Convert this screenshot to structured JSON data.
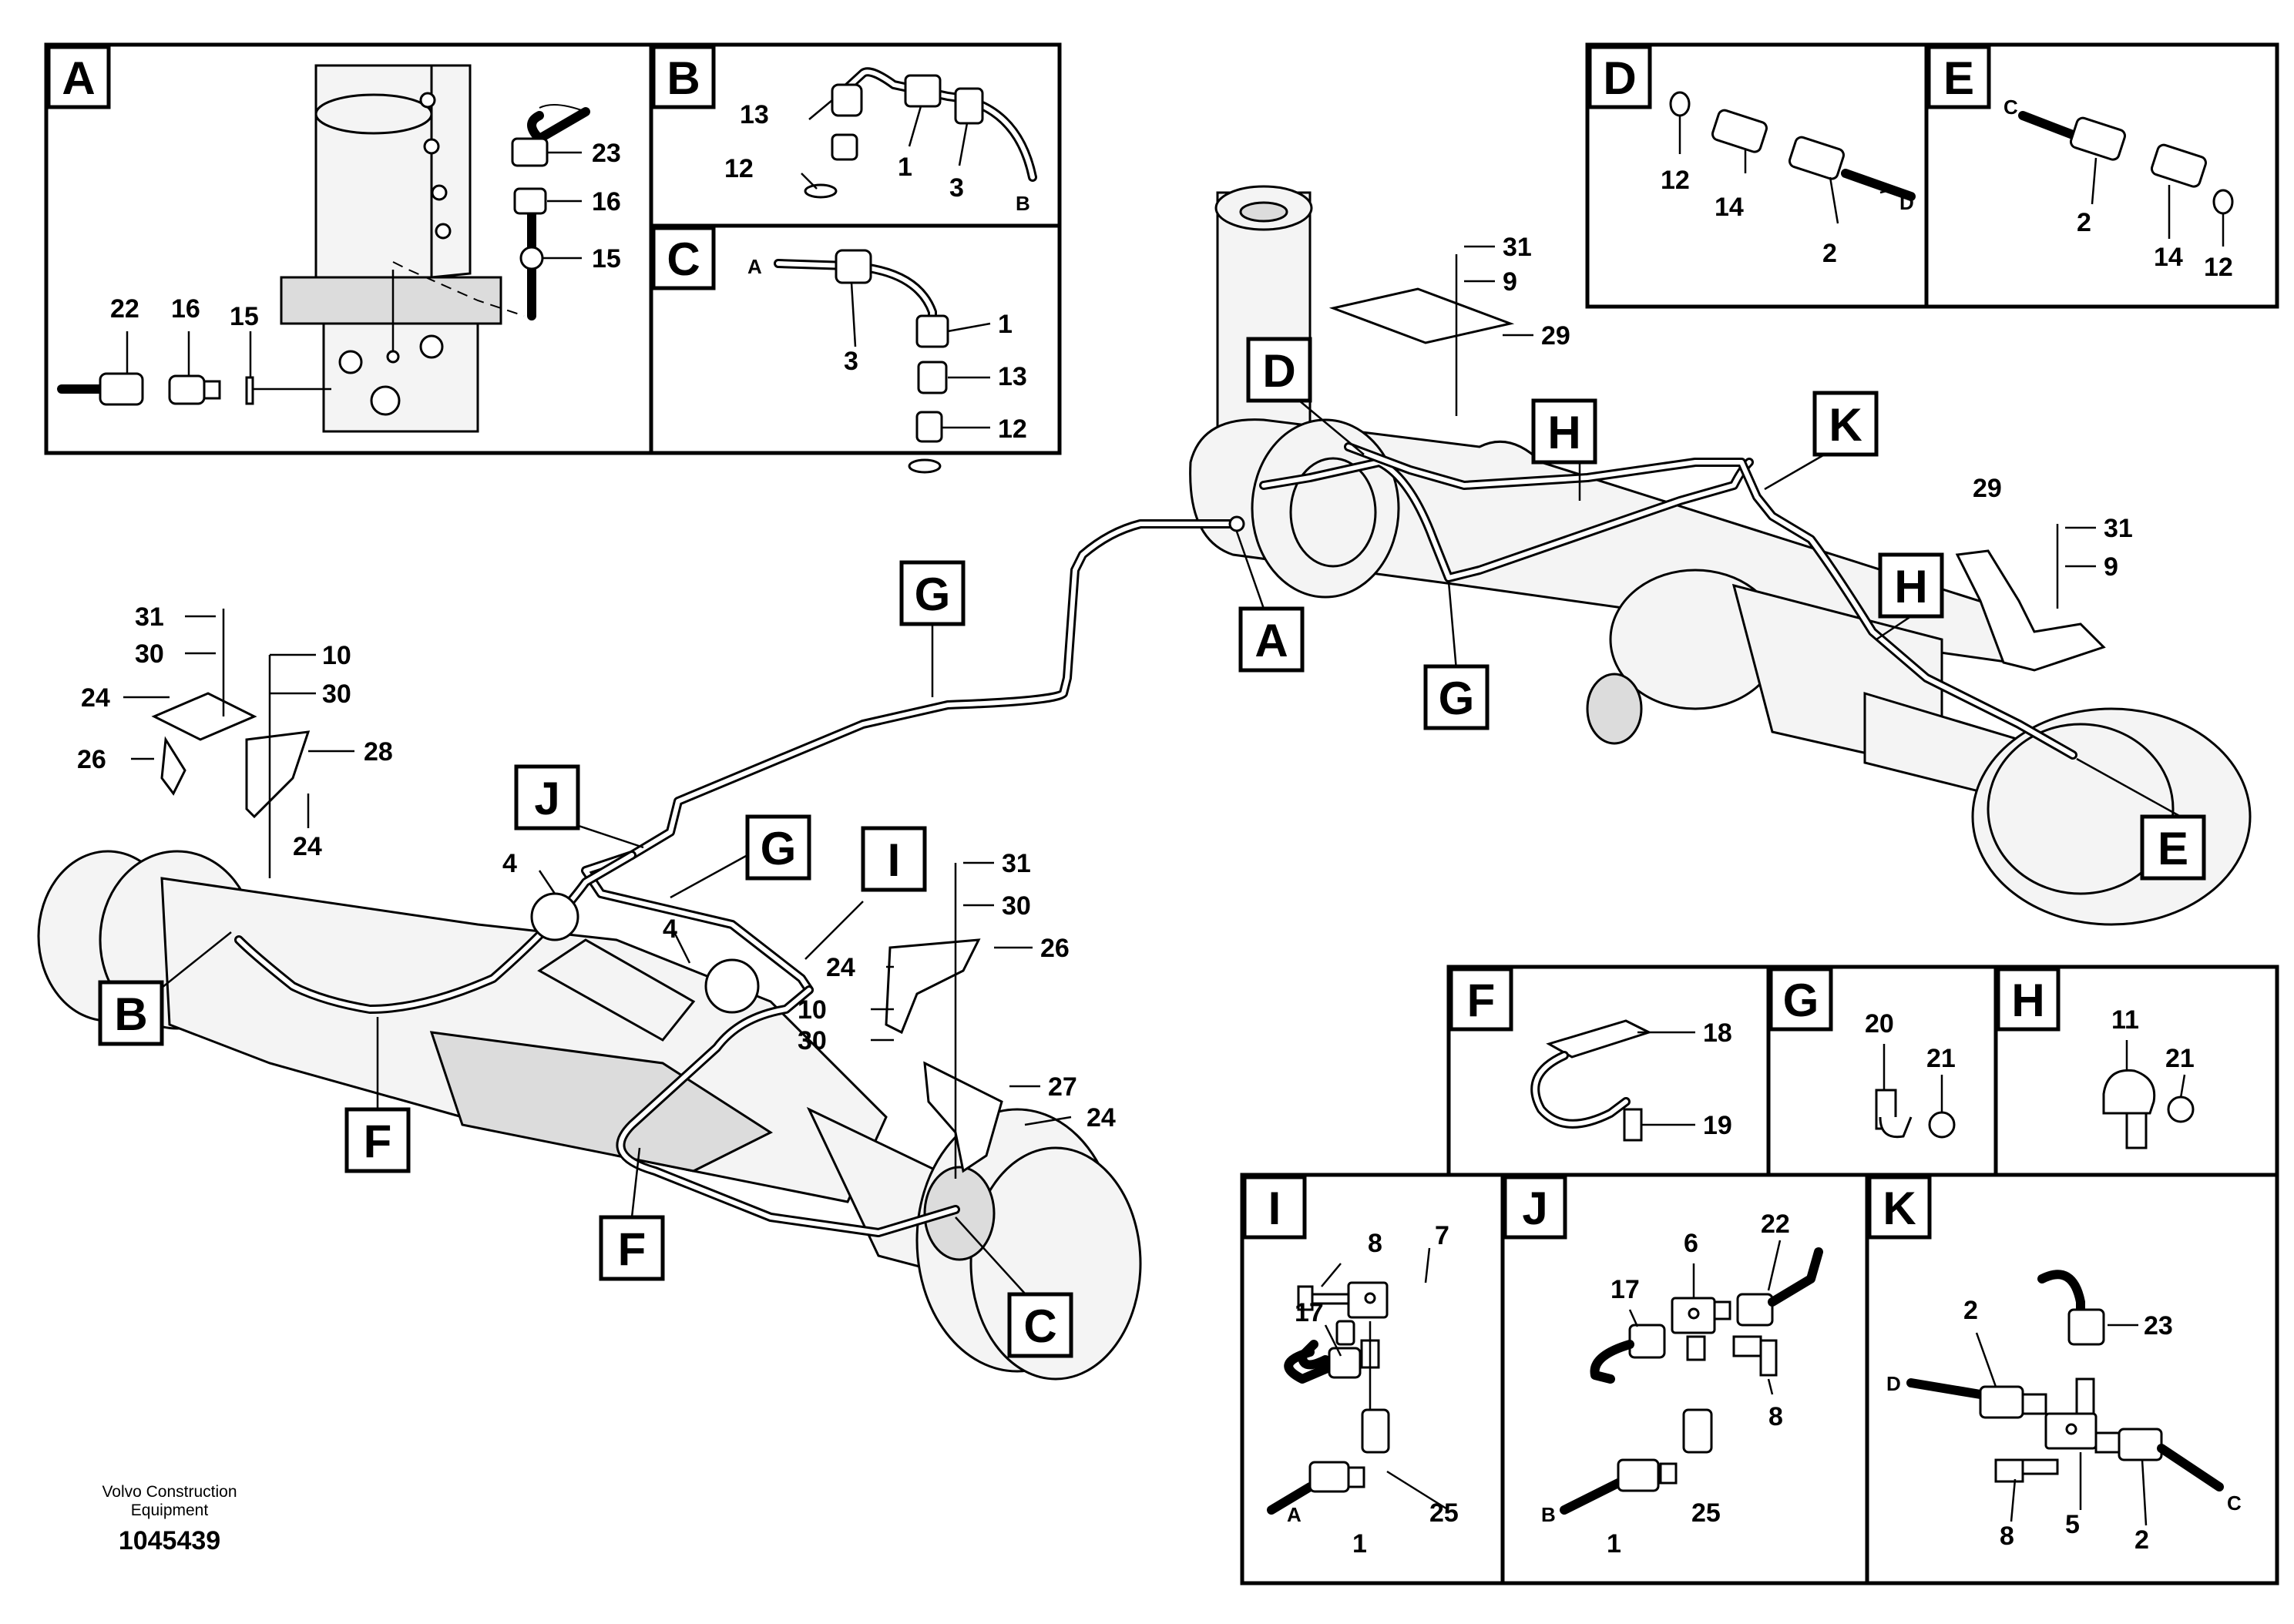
{
  "diagram": {
    "tags": {
      "A": "A",
      "B": "B",
      "C": "C",
      "D": "D",
      "E": "E",
      "F": "F",
      "G": "G",
      "H": "H",
      "I": "I",
      "J": "J",
      "K": "K"
    },
    "panel_A": {
      "numbers": [
        "23",
        "16",
        "15",
        "22",
        "16",
        "15"
      ]
    },
    "panel_B": {
      "numbers": [
        "13",
        "12",
        "1",
        "3"
      ],
      "end": "B"
    },
    "panel_C": {
      "numbers": [
        "1",
        "3",
        "13",
        "12"
      ],
      "end": "A"
    },
    "panel_D": {
      "numbers": [
        "12",
        "14",
        "2"
      ],
      "end": "D"
    },
    "panel_E": {
      "numbers": [
        "2",
        "14",
        "12"
      ],
      "end": "C"
    },
    "panel_F": {
      "numbers": [
        "18",
        "19"
      ]
    },
    "panel_G": {
      "numbers": [
        "20",
        "21"
      ]
    },
    "panel_H": {
      "numbers": [
        "11",
        "21"
      ]
    },
    "panel_I": {
      "numbers": [
        "8",
        "7",
        "17",
        "1",
        "25"
      ],
      "end": "A"
    },
    "panel_J": {
      "numbers": [
        "6",
        "22",
        "17",
        "8",
        "1",
        "25"
      ],
      "end": "B"
    },
    "panel_K": {
      "numbers": [
        "2",
        "23",
        "8",
        "5",
        "2"
      ],
      "ends": [
        "D",
        "C"
      ]
    },
    "main": {
      "rear_numbers": [
        "31",
        "9",
        "29",
        "31",
        "9",
        "29"
      ],
      "front_left_numbers": [
        "31",
        "30",
        "10",
        "30",
        "24",
        "26",
        "28",
        "24"
      ],
      "front_right_numbers": [
        "31",
        "30",
        "24",
        "26",
        "10",
        "30",
        "27",
        "24"
      ],
      "hose_numbers": [
        "4",
        "4"
      ]
    }
  },
  "footer": {
    "brand_line1": "Volvo Construction",
    "brand_line2": "Equipment",
    "doc_number": "1045439"
  }
}
